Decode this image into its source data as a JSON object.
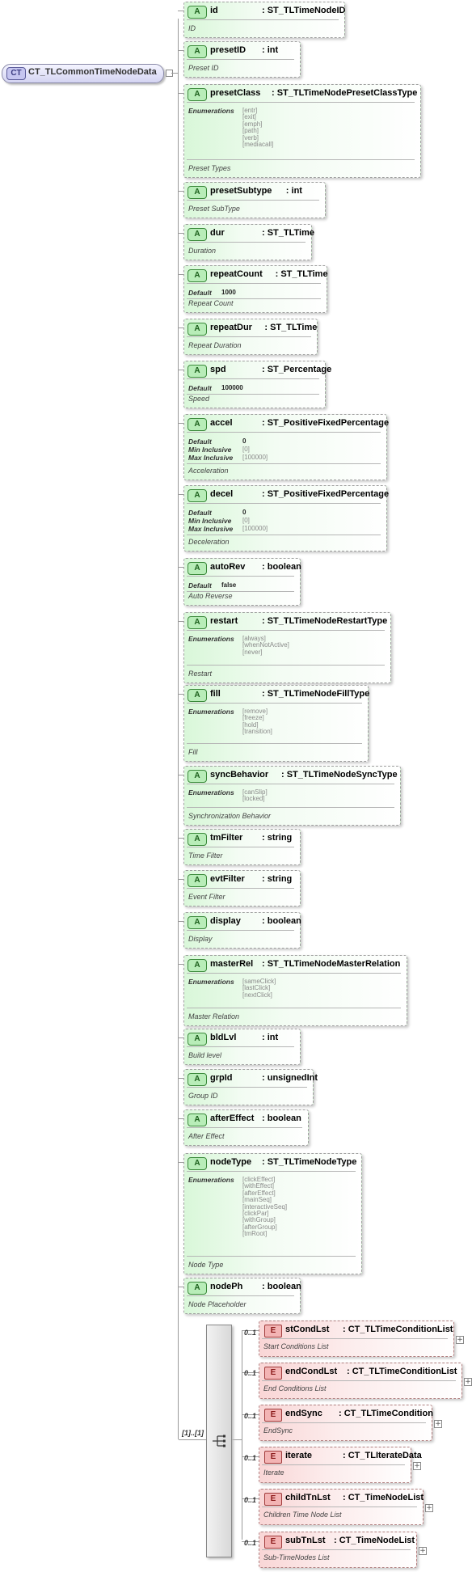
{
  "root": {
    "badge": "CT",
    "name": "CT_TLCommonTimeNodeData"
  },
  "attribute_badge": "A",
  "element_badge": "E",
  "labels": {
    "enumerations": "Enumerations",
    "default": "Default",
    "min_inclusive": "Min Inclusive",
    "max_inclusive": "Max Inclusive"
  },
  "attributes": [
    {
      "name": "id",
      "type": ": ST_TLTimeNodeID",
      "doc": "ID"
    },
    {
      "name": "presetID",
      "type": ": int",
      "doc": "Preset ID"
    },
    {
      "name": "presetClass",
      "type": ": ST_TLTimeNodePresetClassType",
      "enumerations": [
        "[entr]",
        "[exit]",
        "[emph]",
        "[path]",
        "[verb]",
        "[mediacall]"
      ],
      "doc": "Preset Types"
    },
    {
      "name": "presetSubtype",
      "type": ": int",
      "doc": "Preset SubType"
    },
    {
      "name": "dur",
      "type": ": ST_TLTime",
      "doc": "Duration"
    },
    {
      "name": "repeatCount",
      "type": ": ST_TLTime",
      "default": "1000",
      "doc": "Repeat Count"
    },
    {
      "name": "repeatDur",
      "type": ": ST_TLTime",
      "doc": "Repeat Duration"
    },
    {
      "name": "spd",
      "type": ": ST_Percentage",
      "default": "100000",
      "doc": "Speed"
    },
    {
      "name": "accel",
      "type": ": ST_PositiveFixedPercentage",
      "default": "0",
      "min_inclusive": "[0]",
      "max_inclusive": "[100000]",
      "doc": "Acceleration"
    },
    {
      "name": "decel",
      "type": ": ST_PositiveFixedPercentage",
      "default": "0",
      "min_inclusive": "[0]",
      "max_inclusive": "[100000]",
      "doc": "Deceleration"
    },
    {
      "name": "autoRev",
      "type": ": boolean",
      "default": "false",
      "doc": "Auto Reverse"
    },
    {
      "name": "restart",
      "type": ": ST_TLTimeNodeRestartType",
      "enumerations": [
        "[always]",
        "[whenNotActive]",
        "[never]"
      ],
      "doc": "Restart"
    },
    {
      "name": "fill",
      "type": ": ST_TLTimeNodeFillType",
      "enumerations": [
        "[remove]",
        "[freeze]",
        "[hold]",
        "[transition]"
      ],
      "doc": "Fill"
    },
    {
      "name": "syncBehavior",
      "type": ": ST_TLTimeNodeSyncType",
      "enumerations": [
        "[canSlip]",
        "[locked]"
      ],
      "doc": "Synchronization Behavior"
    },
    {
      "name": "tmFilter",
      "type": ": string",
      "doc": "Time Filter"
    },
    {
      "name": "evtFilter",
      "type": ": string",
      "doc": "Event Filter"
    },
    {
      "name": "display",
      "type": ": boolean",
      "doc": "Display"
    },
    {
      "name": "masterRel",
      "type": ": ST_TLTimeNodeMasterRelation",
      "enumerations": [
        "[sameClick]",
        "[lastClick]",
        "[nextClick]"
      ],
      "doc": "Master Relation"
    },
    {
      "name": "bldLvl",
      "type": ": int",
      "doc": "Build level"
    },
    {
      "name": "grpId",
      "type": ": unsignedInt",
      "doc": "Group ID"
    },
    {
      "name": "afterEffect",
      "type": ": boolean",
      "doc": "After Effect"
    },
    {
      "name": "nodeType",
      "type": ": ST_TLTimeNodeType",
      "enumerations": [
        "[clickEffect]",
        "[withEffect]",
        "[afterEffect]",
        "[mainSeq]",
        "[interactiveSeq]",
        "[clickPar]",
        "[withGroup]",
        "[afterGroup]",
        "[tmRoot]"
      ],
      "doc": "Node Type"
    },
    {
      "name": "nodePh",
      "type": ": boolean",
      "doc": "Node Placeholder"
    }
  ],
  "sequence": {
    "cardinality": "[1]..[1]"
  },
  "elements": [
    {
      "cardinality": "0..1",
      "name": "stCondLst",
      "type": ": CT_TLTimeConditionList",
      "doc": "Start Conditions List"
    },
    {
      "cardinality": "0..1",
      "name": "endCondLst",
      "type": ": CT_TLTimeConditionList",
      "doc": "End Conditions List"
    },
    {
      "cardinality": "0..1",
      "name": "endSync",
      "type": ": CT_TLTimeCondition",
      "doc": "EndSync"
    },
    {
      "cardinality": "0..1",
      "name": "iterate",
      "type": ": CT_TLIterateData",
      "doc": "Iterate"
    },
    {
      "cardinality": "0..1",
      "name": "childTnLst",
      "type": ": CT_TimeNodeList",
      "doc": "Children Time Node List"
    },
    {
      "cardinality": "0..1",
      "name": "subTnLst",
      "type": ": CT_TimeNodeList",
      "doc": "Sub-TimeNodes List"
    }
  ]
}
